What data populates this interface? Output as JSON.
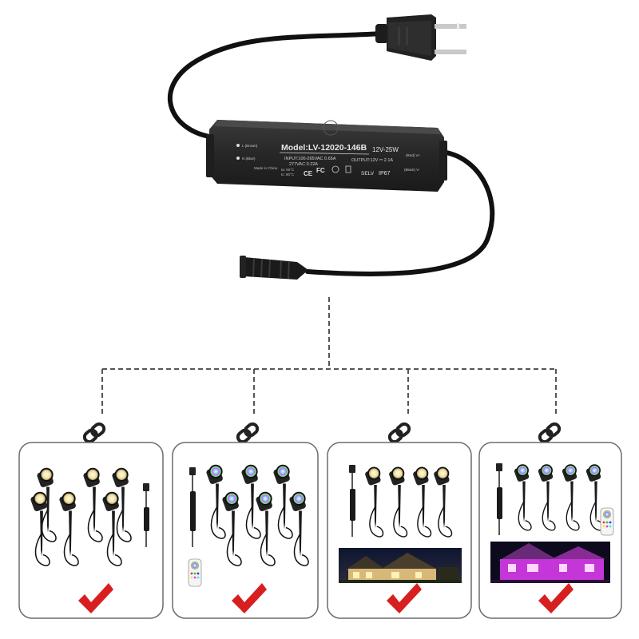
{
  "driver": {
    "model": "Model:LV-12020-146B",
    "wattage": "12V-25W",
    "input_line": "INPUT:100-265VAC 0.65A",
    "input_line2": "277VAC   0.22A",
    "output_line": "OUTPUT:12V ⎓ 2.1A",
    "made_in": "Made in China",
    "cert_fc": "FC",
    "cert_ce": "CE",
    "selv": "SELV",
    "ip_rating": "IP67",
    "wire_l": "L (Brown)",
    "wire_n": "N (Blue)",
    "wire_pos": "(Red) V+",
    "wire_neg": "(Black) V-",
    "temp_ta": "ta: 50°C",
    "temp_tc": "tc: 80°C"
  },
  "options": [
    {
      "name": "warm-white-spotlight-kit",
      "checked": true
    },
    {
      "name": "rgb-spotlight-kit-with-remote",
      "checked": true
    },
    {
      "name": "warm-white-spotlights-house-lighting",
      "checked": true
    },
    {
      "name": "rgb-spotlights-house-lighting",
      "checked": true
    }
  ],
  "colors": {
    "driver_body": "#2b2b2b",
    "cable": "#111111",
    "connector_line": "#555555",
    "panel_border": "#6b6b6b",
    "checkmark": "#d81f1f",
    "warm_light": "#f6e8b8",
    "house_purple": "#c436d8"
  },
  "icons": [
    "chain-link-icon",
    "checkmark-icon"
  ]
}
